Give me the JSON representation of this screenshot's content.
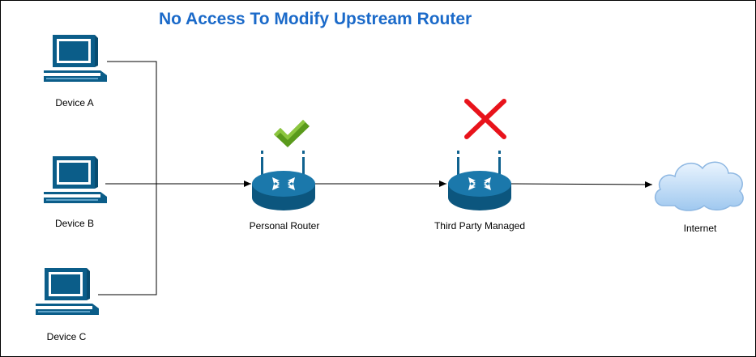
{
  "title": "No Access To Modify Upstream Router",
  "devices": [
    {
      "label": "Device A"
    },
    {
      "label": "Device B"
    },
    {
      "label": "Device C"
    }
  ],
  "routers": [
    {
      "label": "Personal Router",
      "status": "allowed",
      "status_icon": "checkmark-icon"
    },
    {
      "label": "Third Party Managed",
      "status": "denied",
      "status_icon": "cross-icon"
    }
  ],
  "internet": {
    "label": "Internet",
    "icon": "cloud-icon"
  },
  "colors": {
    "title": "#1b6ac9",
    "device": "#0b5d89",
    "router": "#10628f",
    "check": "#5a9a1c",
    "cross": "#e8131b",
    "cloud": "#cfe5fb"
  }
}
